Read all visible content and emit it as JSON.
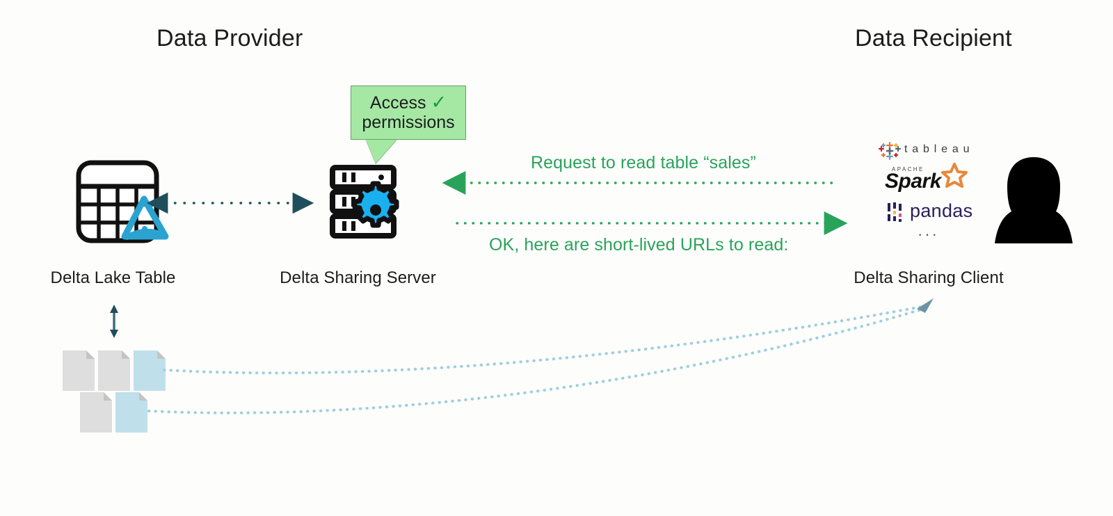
{
  "diagram": {
    "title_left": "Data Provider",
    "title_right": "Data Recipient",
    "bubble": {
      "line1": "Access",
      "line2": "permissions",
      "check": "✓",
      "fill": "#a4e8a4",
      "border": "#5fa35f"
    },
    "nodes": [
      {
        "id": "delta-lake-table",
        "label": "Delta Lake Table",
        "icon": "table-icon"
      },
      {
        "id": "delta-sharing-server",
        "label": "Delta Sharing Server",
        "icon": "server-gear-icon"
      },
      {
        "id": "delta-sharing-client",
        "label": "Delta Sharing Client",
        "icon": "client-logos"
      }
    ],
    "flows": [
      {
        "id": "request",
        "text": "Request to read table “sales”",
        "direction": "left",
        "color": "#2aa35a"
      },
      {
        "id": "response",
        "text": "OK, here are short-lived URLs to read:",
        "direction": "right",
        "color": "#2aa35a"
      }
    ],
    "connectors": [
      {
        "id": "table-server-link",
        "style": "dotted-double-arrow",
        "color": "#1f4f5c"
      },
      {
        "id": "table-files-link",
        "style": "double-arrow-vertical",
        "color": "#1f4f5c"
      },
      {
        "id": "file-url-curve-1",
        "style": "dotted-curve",
        "color": "#9fcfdd"
      },
      {
        "id": "file-url-curve-2",
        "style": "dotted-curve",
        "color": "#9fcfdd"
      }
    ],
    "client_logos": [
      {
        "name": "tableau",
        "text": "t a b l e a u",
        "color": "#333333"
      },
      {
        "name": "apache-spark",
        "text": "Spark",
        "sup": "APACHE",
        "color": "#1a1a1a",
        "accent": "#e8883a"
      },
      {
        "name": "pandas",
        "text": "pandas",
        "color": "#2b1f5c"
      },
      {
        "name": "more-ellipsis",
        "text": "···",
        "color": "#555555"
      }
    ],
    "avatar": {
      "name": "user-avatar",
      "color": "#000000"
    },
    "files": [
      {
        "id": "file-1",
        "color": "#dedede",
        "row": 1
      },
      {
        "id": "file-2",
        "color": "#dedede",
        "row": 1
      },
      {
        "id": "file-3",
        "color": "#bfe0ea",
        "row": 1
      },
      {
        "id": "file-4",
        "color": "#dedede",
        "row": 2
      },
      {
        "id": "file-5",
        "color": "#bfe0ea",
        "row": 2
      }
    ],
    "colors": {
      "background": "#fdfdfc",
      "text": "#1c1c1c",
      "green": "#2aa35a",
      "delta_blue": "#2aa3d1",
      "teal": "#1f4f5c",
      "file_blue": "#bfe0ea",
      "file_gray": "#dedede"
    }
  }
}
